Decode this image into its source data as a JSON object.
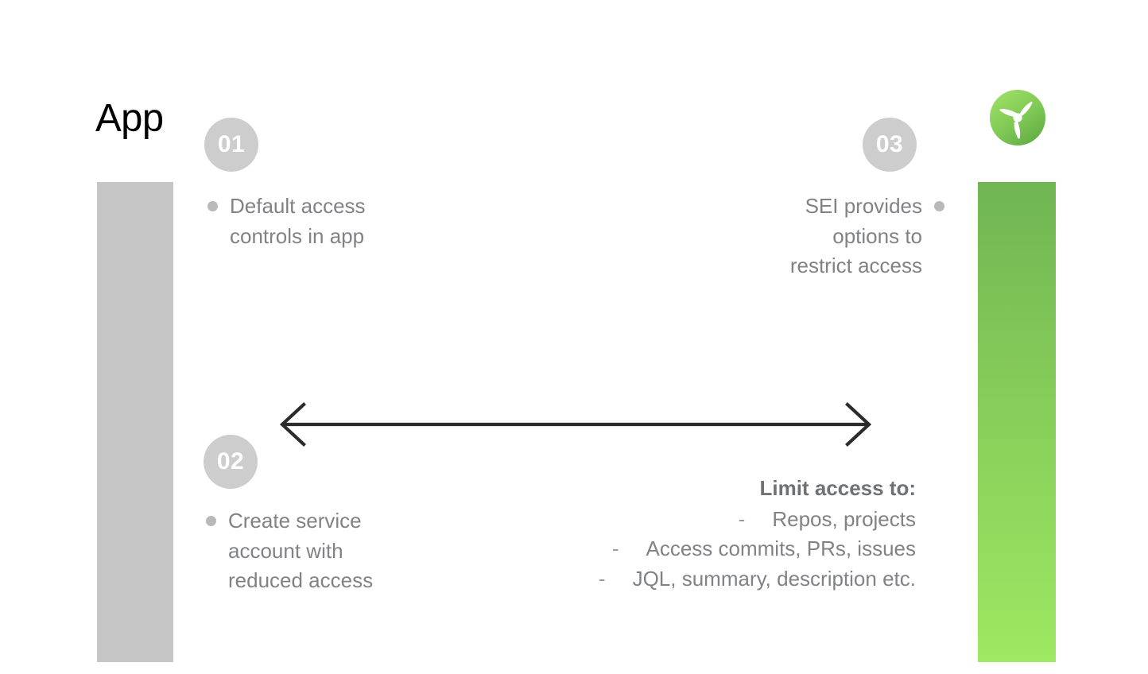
{
  "slide": {
    "title": "App",
    "background": "#ffffff"
  },
  "colors": {
    "left_bar": "#c6c6c6",
    "right_bar_top": "#6fb552",
    "right_bar_bottom": "#9ee863",
    "circle_bg": "#cdcdcd",
    "body_text": "#808285",
    "bullet_dot": "#b9b9b9",
    "arrow": "#2b2b2b",
    "logo_green": "#8ed158"
  },
  "logo": {
    "name": "propeller-logo",
    "shape": "three-blade-propeller-in-green-circle"
  },
  "steps": [
    {
      "number": "01",
      "align": "left",
      "lines": [
        "Default access",
        "controls in app"
      ]
    },
    {
      "number": "02",
      "align": "left",
      "lines": [
        "Create service",
        "account with",
        "reduced access"
      ]
    },
    {
      "number": "03",
      "align": "right",
      "lines": [
        "SEI provides",
        "options to",
        "restrict access"
      ]
    }
  ],
  "arrow": {
    "name": "double-headed-horizontal-arrow",
    "direction": "both"
  },
  "limit_access": {
    "title": "Limit access to:",
    "dash": "-",
    "items": [
      "Repos, projects",
      "Access commits, PRs, issues",
      "JQL, summary, description etc."
    ]
  }
}
